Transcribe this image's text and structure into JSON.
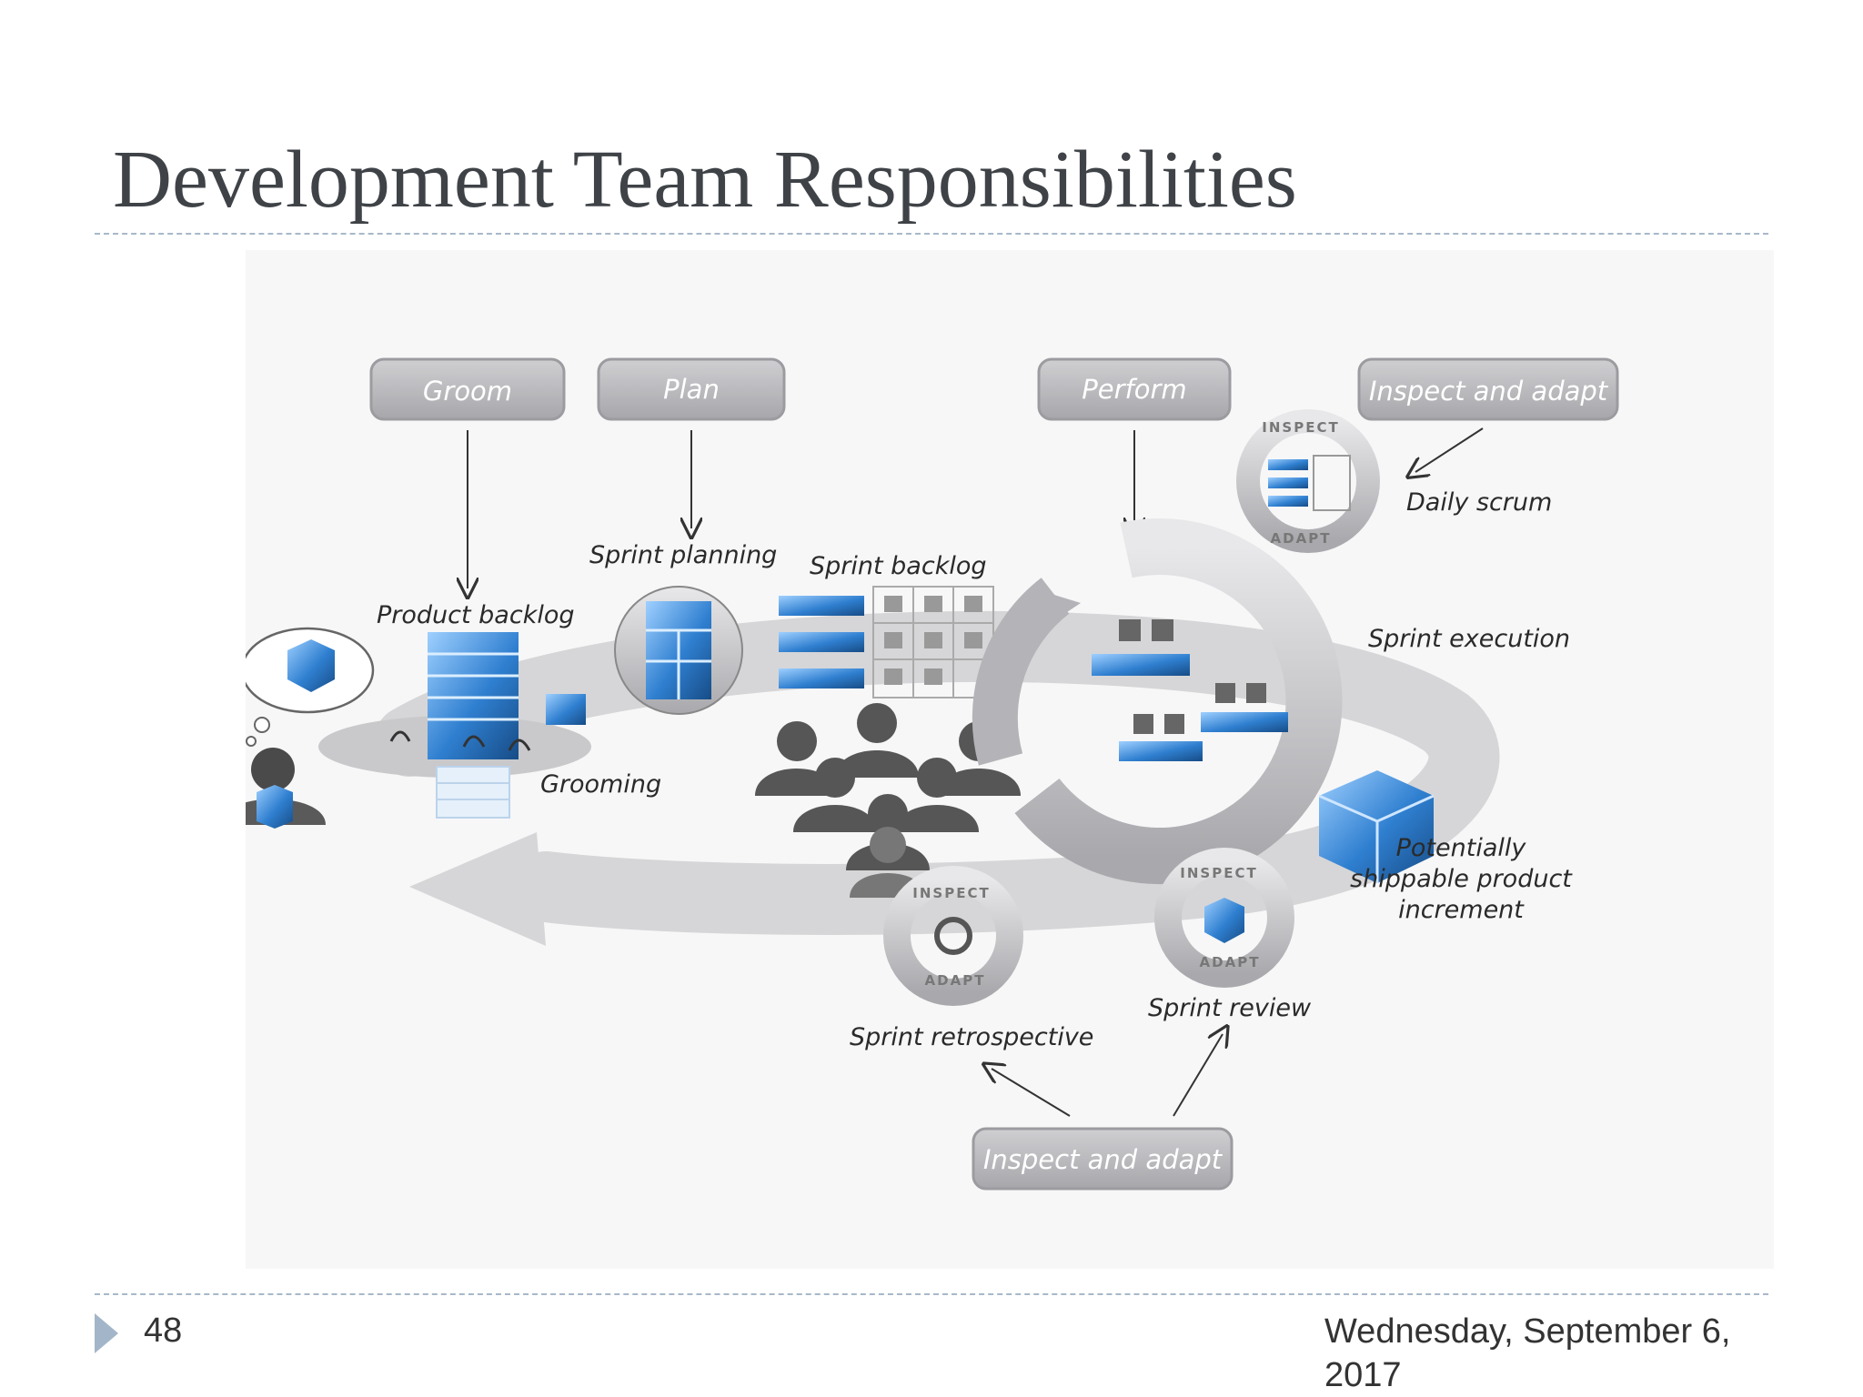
{
  "slide": {
    "title": "Development Team Responsibilities",
    "page_number": "48",
    "date": "Wednesday, September 6, 2017"
  },
  "diagram": {
    "boxes": {
      "groom": "Groom",
      "plan": "Plan",
      "perform": "Perform",
      "inspect_top": "Inspect and adapt",
      "inspect_bottom": "Inspect and adapt"
    },
    "labels": {
      "product_backlog": "Product backlog",
      "grooming": "Grooming",
      "sprint_planning": "Sprint planning",
      "sprint_backlog": "Sprint backlog",
      "daily_scrum": "Daily scrum",
      "sprint_execution": "Sprint execution",
      "potentially_shippable": [
        "Potentially",
        "shippable product",
        "increment"
      ],
      "sprint_retrospective": "Sprint retrospective",
      "sprint_review": "Sprint review"
    },
    "stamps": {
      "inspect": "INSPECT",
      "adapt": "ADAPT"
    },
    "colors": {
      "box_fill": "#b9b9bc",
      "accent_blue": "#2f7fd0",
      "loop_gray": "#d4d4d6",
      "person_gray": "#555555"
    }
  }
}
